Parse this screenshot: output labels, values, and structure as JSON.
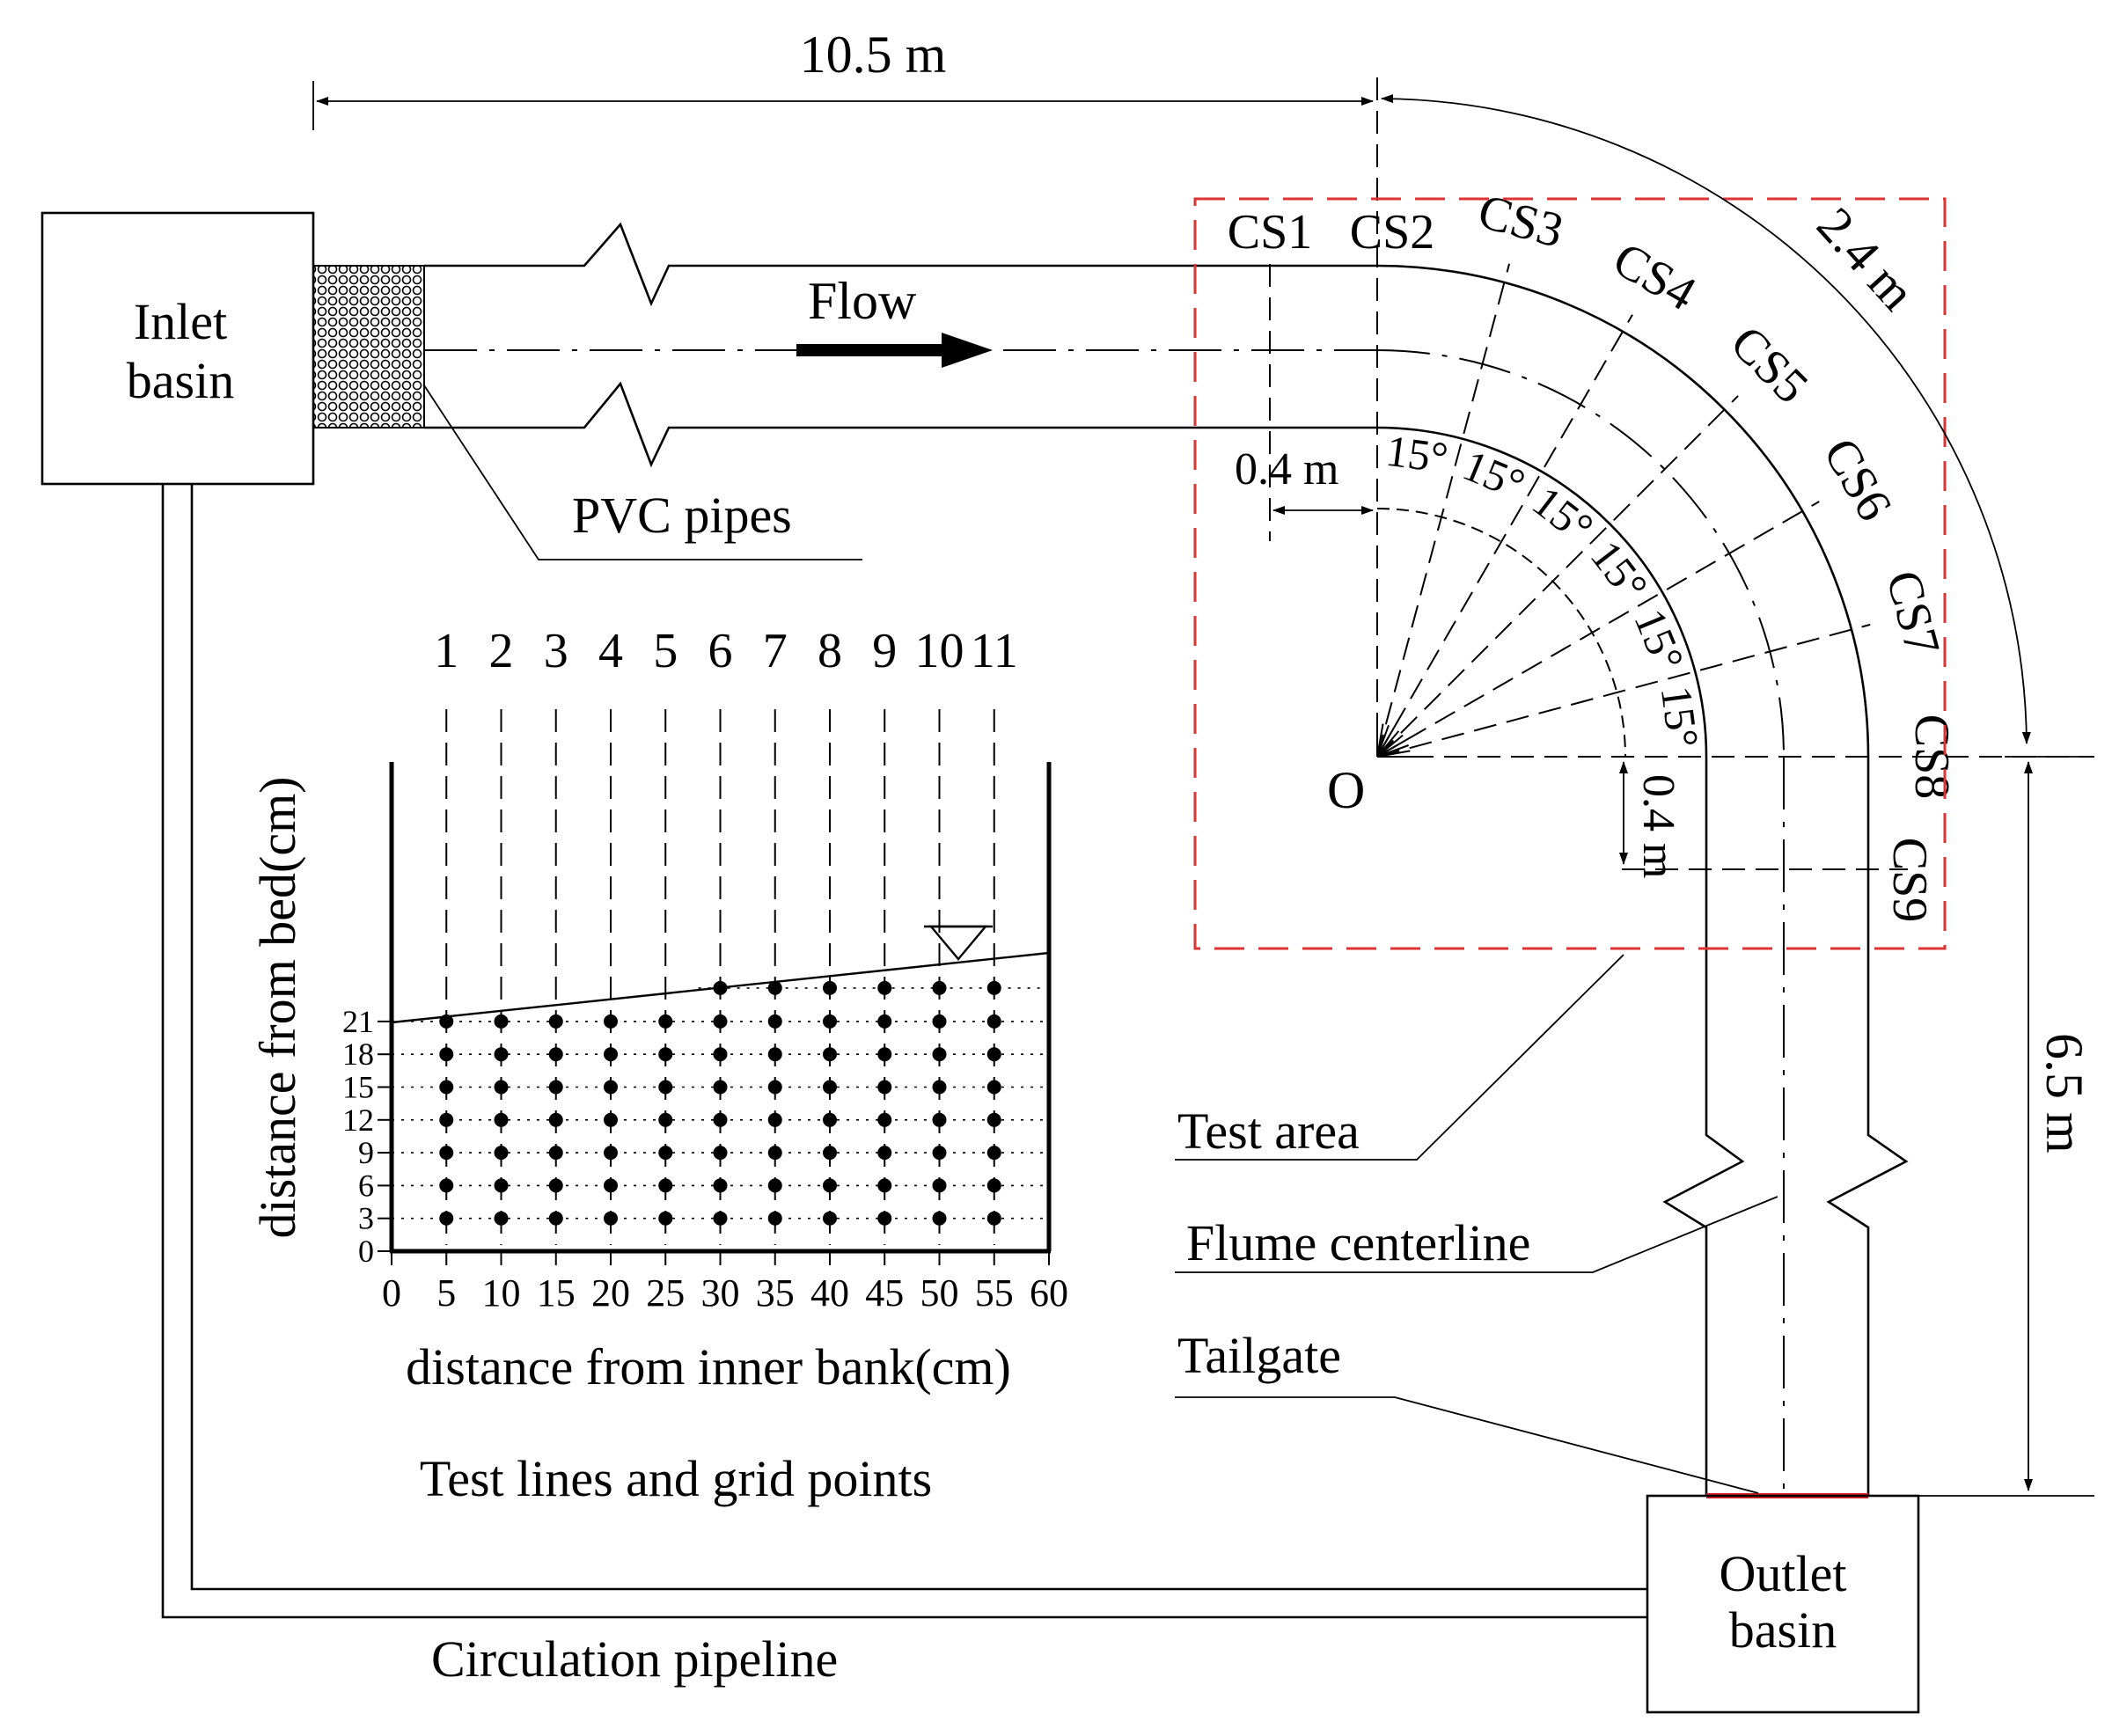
{
  "dimensions": {
    "length": "10.5 m",
    "arc_length": "2.4 m",
    "outlet_length": "6.5 m",
    "offset_horizontal": "0.4 m",
    "offset_vertical": "0.4 m"
  },
  "labels": {
    "inlet_basin_line1": "Inlet",
    "inlet_basin_line2": "basin",
    "outlet_basin_line1": "Outlet",
    "outlet_basin_line2": "basin",
    "flow": "Flow",
    "pvc_pipes": "PVC pipes",
    "test_area": "Test area",
    "flume_centerline": "Flume centerline",
    "tailgate": "Tailgate",
    "circulation_pipeline": "Circulation pipeline",
    "center": "O"
  },
  "cross_sections": [
    "CS1",
    "CS2",
    "CS3",
    "CS4",
    "CS5",
    "CS6",
    "CS7",
    "CS8",
    "CS9"
  ],
  "angle_label": "15°",
  "inset": {
    "caption": "Test lines and grid points",
    "xlabel": "distance from inner bank(cm)",
    "ylabel": "distance from bed(cm)",
    "test_lines": [
      "1",
      "2",
      "3",
      "4",
      "5",
      "6",
      "7",
      "8",
      "9",
      "10",
      "11"
    ],
    "x_ticks": [
      "0",
      "5",
      "10",
      "15",
      "20",
      "25",
      "30",
      "35",
      "40",
      "45",
      "50",
      "55",
      "60"
    ],
    "y_ticks": [
      "0",
      "3",
      "6",
      "9",
      "12",
      "15",
      "18",
      "21"
    ],
    "line_positions_cm": [
      5,
      10,
      15,
      20,
      25,
      30,
      35,
      40,
      45,
      50,
      55
    ],
    "point_depths_cm": [
      3,
      6,
      9,
      12,
      15,
      18,
      21
    ],
    "extra_top_points_from_line": 6
  },
  "colors": {
    "test_area": "#d33333",
    "tailgate": "#dd2222",
    "ink": "#000000"
  }
}
